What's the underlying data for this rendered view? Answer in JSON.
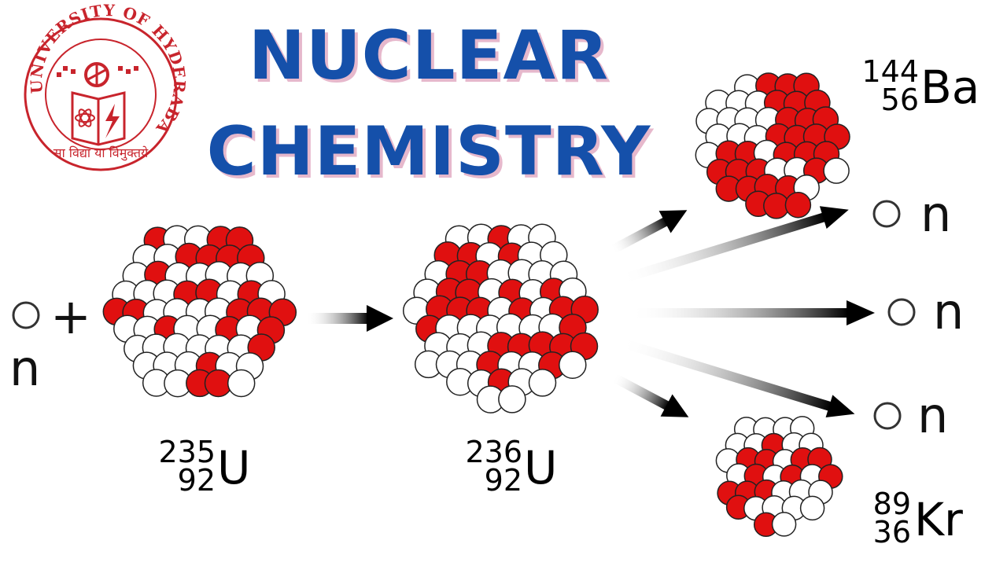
{
  "title": {
    "line1": "NUCLEAR",
    "line2": "CHEMISTRY"
  },
  "logo": {
    "ring_text": "UNIVERSITY OF HYDERABAD",
    "motto": "सा विद्या या विमुक्तये"
  },
  "reaction": {
    "neutron_symbol": "n",
    "plus": "+",
    "reactant": {
      "mass": "235",
      "z": "92",
      "symbol": "U"
    },
    "intermediate": {
      "mass": "236",
      "z": "92",
      "symbol": "U"
    },
    "product1": {
      "mass": "144",
      "z": "56",
      "symbol": "Ba"
    },
    "product2": {
      "mass": "89",
      "z": "36",
      "symbol": "Kr"
    },
    "neutron_products": [
      "n",
      "n",
      "n"
    ]
  },
  "colors": {
    "title": "#1550aa",
    "title_shadow": "#e6b8cc",
    "proton": "#e01010",
    "neutron": "#ffffff",
    "logo": "#c8242c"
  }
}
